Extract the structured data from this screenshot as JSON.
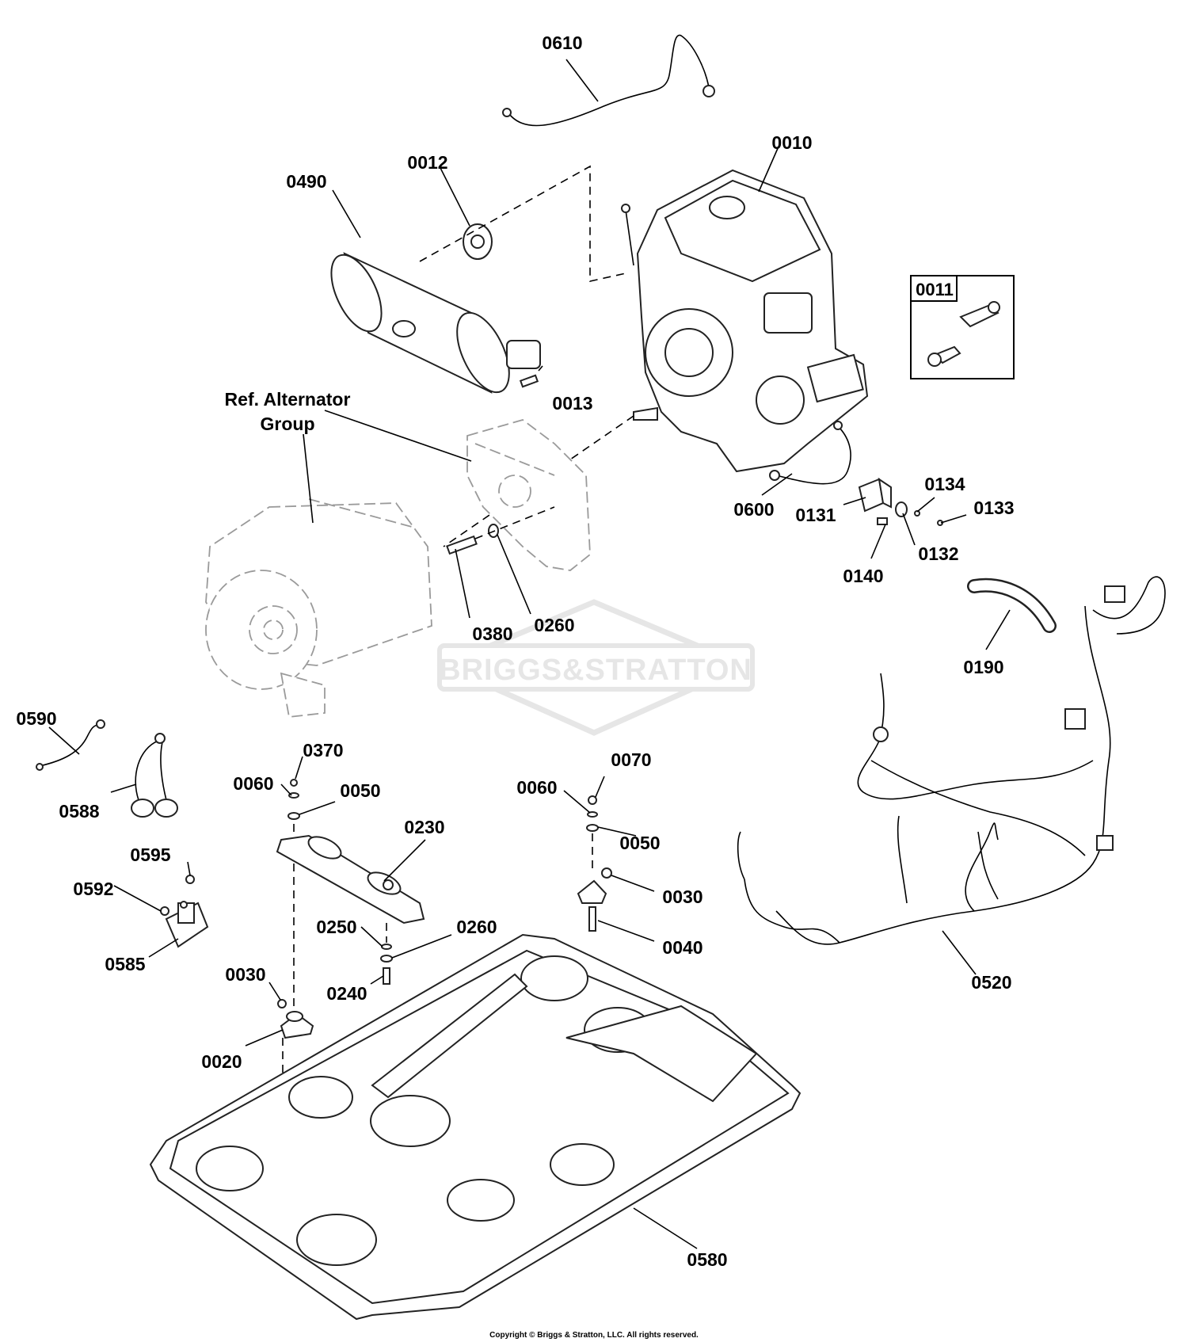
{
  "diagram": {
    "labels": {
      "p0610": "0610",
      "p0010": "0010",
      "p0012": "0012",
      "p0490": "0490",
      "p0011": "0011",
      "p0013": "0013",
      "ref_line1": "Ref. Alternator",
      "ref_line2": "Group",
      "p0600": "0600",
      "p0131": "0131",
      "p0134": "0134",
      "p0133": "0133",
      "p0132": "0132",
      "p0140": "0140",
      "p0380": "0380",
      "p0260a": "0260",
      "p0190": "0190",
      "p0590": "0590",
      "p0588": "0588",
      "p0370": "0370",
      "p0060a": "0060",
      "p0050a": "0050",
      "p0230": "0230",
      "p0070": "0070",
      "p0060b": "0060",
      "p0050b": "0050",
      "p0595": "0595",
      "p0592": "0592",
      "p0585": "0585",
      "p0030a": "0030",
      "p0040": "0040",
      "p0250": "0250",
      "p0260b": "0260",
      "p0240": "0240",
      "p0030b": "0030",
      "p0020": "0020",
      "p0520": "0520",
      "p0580": "0580"
    },
    "watermark": "BRIGGS&STRATTON",
    "copyright": "Copyright © Briggs & Stratton, LLC. All rights reserved."
  }
}
